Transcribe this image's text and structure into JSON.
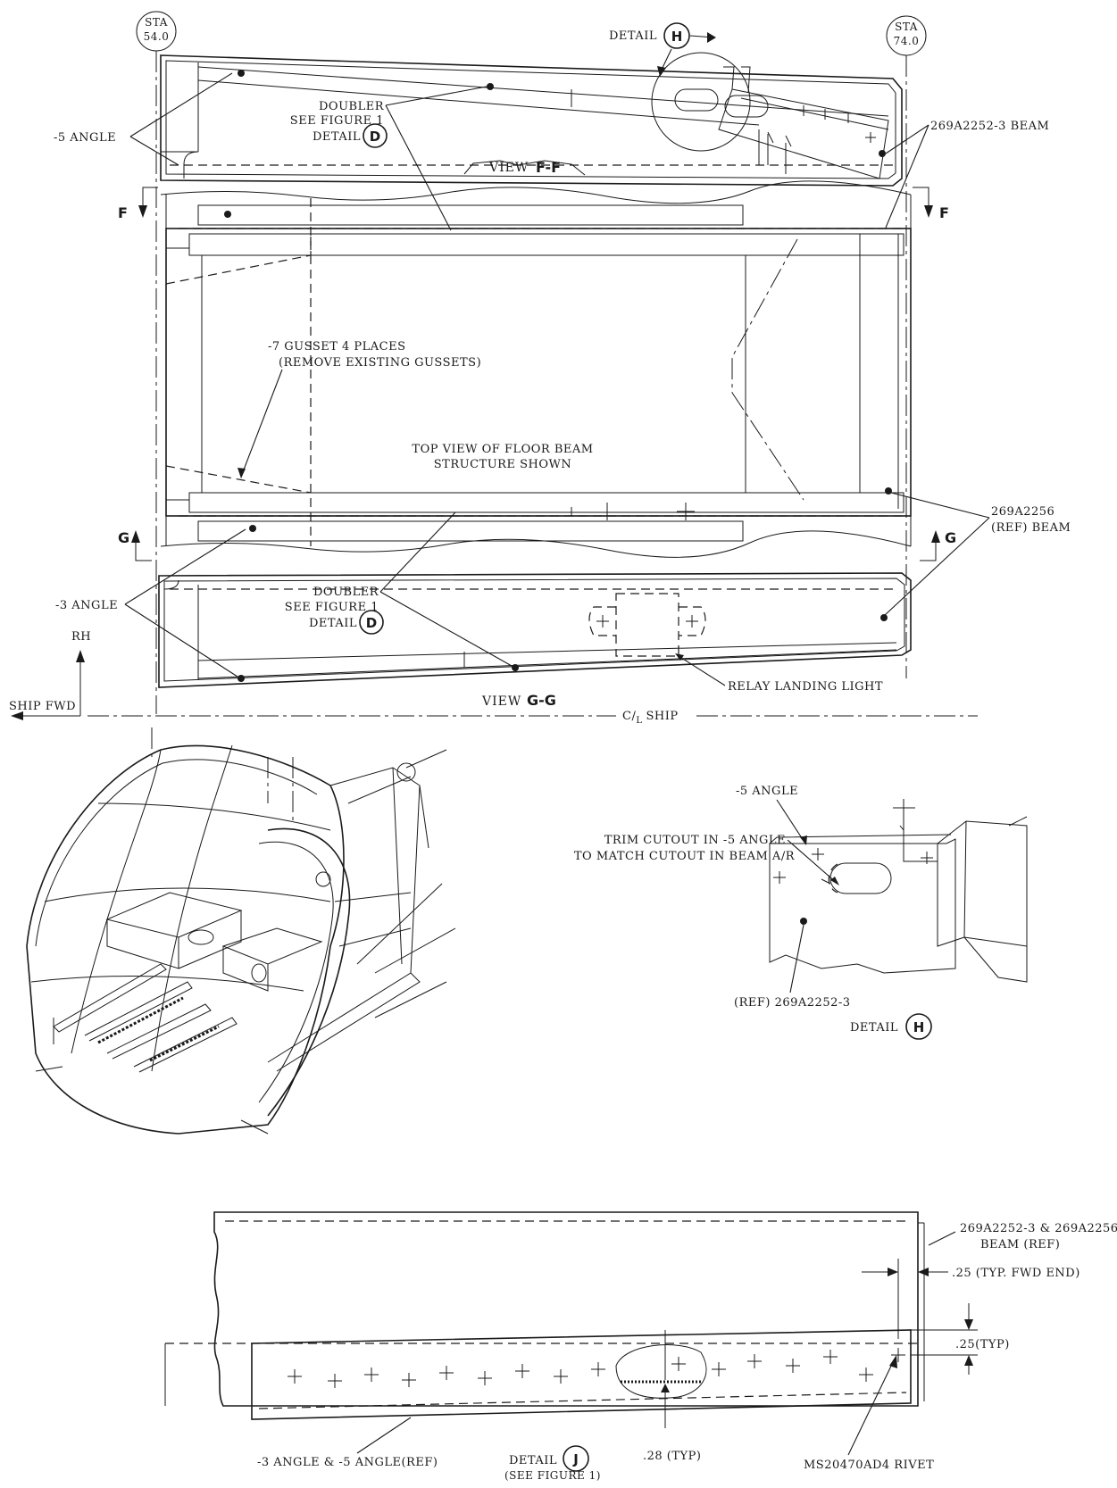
{
  "stations": {
    "left": [
      "STA",
      "54.0"
    ],
    "right": [
      "STA",
      "74.0"
    ]
  },
  "view_ff": {
    "view_word": "VIEW",
    "view_id": "F-F",
    "section_marker": "F",
    "detail_word": "DETAIL",
    "detail_letter": "H",
    "angle_label": "-5 ANGLE",
    "doubler_lines": [
      "DOUBLER",
      "SEE FIGURE 1",
      "DETAIL"
    ],
    "doubler_detail_letter": "D",
    "beam_label": "269A2252-3 BEAM"
  },
  "top_view": {
    "gusset_lines": [
      "-7 GUSSET 4 PLACES",
      "(REMOVE EXISTING GUSSETS)"
    ],
    "title_lines": [
      "TOP VIEW OF FLOOR BEAM",
      "STRUCTURE SHOWN"
    ],
    "ref_beam_lines": [
      "269A2256",
      "(REF) BEAM"
    ],
    "section_marker": "G"
  },
  "view_gg": {
    "view_word": "VIEW",
    "view_id": "G-G",
    "angle_label": "-3 ANGLE",
    "doubler_lines": [
      "DOUBLER",
      "SEE FIGURE 1",
      "DETAIL"
    ],
    "doubler_detail_letter": "D",
    "relay_label": "RELAY LANDING LIGHT"
  },
  "orientation": {
    "rh": "RH",
    "ship_fwd": "SHIP FWD",
    "centerline_main": "C/",
    "centerline_sub": "L",
    "centerline_rest": "SHIP"
  },
  "detail_h": {
    "angle_label": "-5 ANGLE",
    "trim_lines": [
      "TRIM CUTOUT IN -5 ANGLE",
      "TO MATCH CUTOUT IN BEAM A/R"
    ],
    "ref_label": "(REF) 269A2252-3",
    "detail_word": "DETAIL",
    "detail_letter": "H"
  },
  "detail_j": {
    "beam_lines": [
      "269A2252-3 & 269A2256",
      "BEAM (REF)"
    ],
    "fwd_end": ".25 (TYP. FWD END)",
    "typ": ".25(TYP)",
    "angles": "-3 ANGLE & -5 ANGLE(REF)",
    "dim_28": ".28 (TYP)",
    "rivet": "MS20470AD4 RIVET",
    "detail_word": "DETAIL",
    "detail_letter": "J",
    "see_figure": "(SEE FIGURE 1)"
  }
}
